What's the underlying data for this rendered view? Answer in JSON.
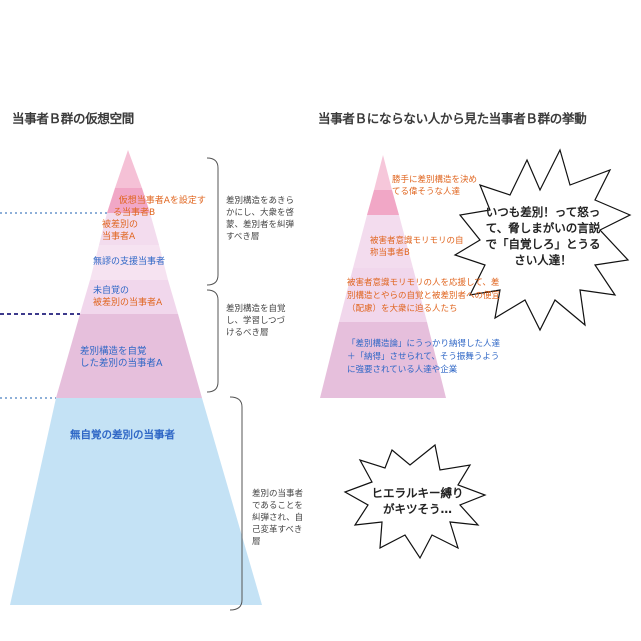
{
  "left": {
    "title": "当事者Ｂ群の仮想空間",
    "layers": {
      "top": "仮想当事者Aを設定す\nる当事者B",
      "victim": "被差別の\n当事者A",
      "support": "無謬の支援当事者",
      "unaware_top": "未自覚の",
      "unaware_bottom": "被差別の当事者A",
      "aware": "差別構造を自覚\nした差別の当事者A",
      "base": "無自覚の差別の当事者"
    },
    "notes": {
      "upper": "差別構造をあきら\nかにし、大衆を啓\n蒙、差別者を糾弾\nすべき層",
      "middle": "差別構造を自覚\nし、学習しつづ\nけるべき層",
      "lower": "差別の当事者\nであることを\n糾弾され、自\n己変革すべき\n層"
    }
  },
  "right": {
    "title": "当事者Ｂにならない人から見た当事者Ｂ群の挙動",
    "layers": {
      "top": "勝手に差別構造を決め\nてる偉そうな人達",
      "second": "被害者意識モリモリの自\n称当事者B",
      "third": "被害者意識モリモリの人を応援して、差\n別構造とやらの自覚と被差別者への便宜\n（配慮）を大衆に迫る人たち",
      "base": "「差別構造論」にうっかり納得した人達\n＋「納得」させられて、そう振舞うよう\nに強要されている人達や企業"
    },
    "burst1": "いつも差別！って怒っ\nて、脅しまがいの言説\nで「自覚しろ」とうる\nさい人達！",
    "burst2": "ヒエラルキー縛り\nがキツそう…"
  },
  "colors": {
    "pink_top": "#f1a7c6",
    "lavender": "#f1d7ec",
    "lavender_mid": "#e6bfdc",
    "blue_base": "#c4e2f5",
    "orange_text": "#e0651f",
    "blue_text": "#2f67c6",
    "dash_light": "#4a7fc0",
    "dash_dark": "#3d3a8c"
  }
}
